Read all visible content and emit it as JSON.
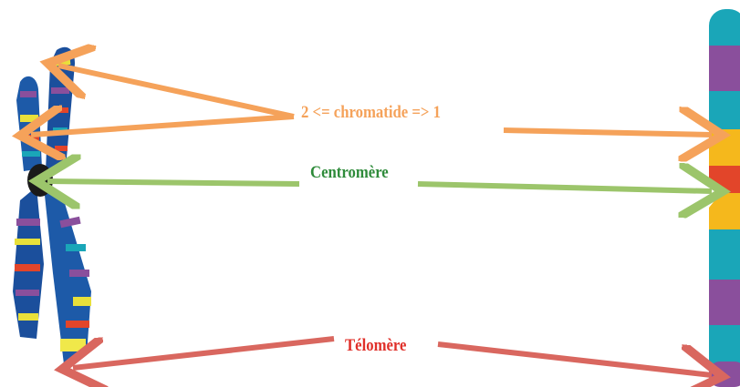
{
  "labels": {
    "chromatid": "2 <= chromatide =>  1",
    "centromere": "Centromère",
    "telomere": "Télomère"
  },
  "colors": {
    "chromatid": "#f5a25a",
    "centromere": "#9cc56b",
    "centromere_text": "#2e8b3a",
    "telomere": "#d9675f",
    "telomere_text": "#e0302a",
    "band_blue": "#1aa6b8",
    "band_purple": "#8a4f9c",
    "band_yellow": "#f5b81c",
    "band_red": "#e2452a"
  },
  "icons": {
    "left": "x-shaped-chromosome-icon",
    "right": "banded-chromosome-strip-icon"
  }
}
